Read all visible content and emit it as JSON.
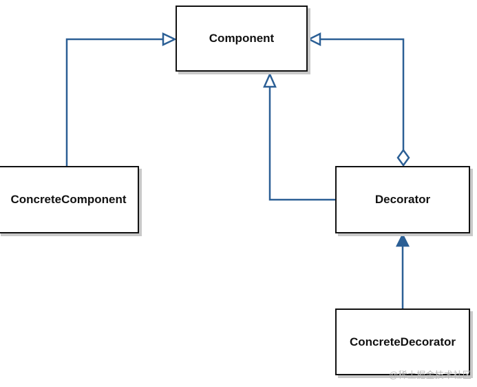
{
  "diagram": {
    "line_color": "#2b5f95",
    "classes": {
      "component": "Component",
      "concrete_component": "ConcreteComponent",
      "decorator": "Decorator",
      "concrete_decorator": "ConcreteDecorator"
    }
  },
  "watermark": {
    "text": "@稀土掘金技术社区"
  }
}
